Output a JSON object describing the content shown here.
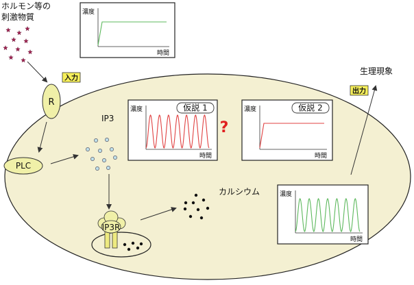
{
  "stimulus": {
    "line1": "ホルモン等の",
    "line2": "刺激物質"
  },
  "tags": {
    "input": "入力",
    "output": "出力"
  },
  "molecules": {
    "receptor": "R",
    "plc": "PLC",
    "ip3": "IP3",
    "ip3r": "IP3R",
    "calcium": "カルシウム"
  },
  "phenomenon": "生理現象",
  "question_mark": "?",
  "graphs": {
    "stimulus": {
      "ylabel": "濃度",
      "xlabel": "時間",
      "pattern": "step",
      "color": "#5cb85c"
    },
    "hypothesis1": {
      "title": "仮説 1",
      "ylabel": "濃度",
      "xlabel": "時間",
      "pattern": "oscillation",
      "peaks": 7,
      "color": "#e04040"
    },
    "hypothesis2": {
      "title": "仮説 2",
      "ylabel": "濃度",
      "xlabel": "時間",
      "pattern": "step",
      "color": "#e04040"
    },
    "calcium": {
      "ylabel": "濃度",
      "xlabel": "時間",
      "pattern": "oscillation",
      "peaks": 7,
      "color": "#5cb85c"
    }
  },
  "colors": {
    "cell_fill": "#f4f0d2",
    "receptor_fill": "#f0f0a8",
    "ip3_dot": "#bfe0ea",
    "tag_fill": "#f6ef5a",
    "question": "#e02020"
  }
}
